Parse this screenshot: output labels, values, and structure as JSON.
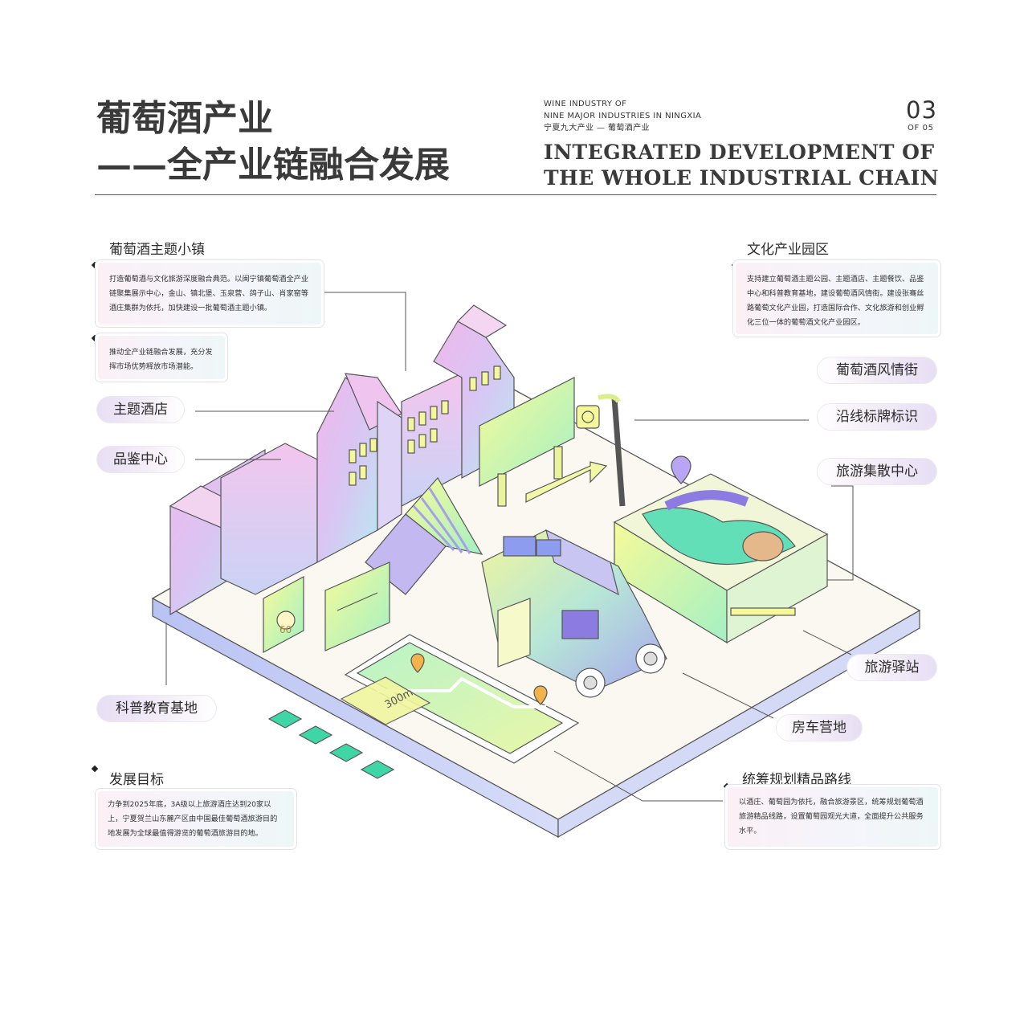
{
  "header": {
    "title_line1": "葡萄酒产业",
    "title_line2": "——全产业链融合发展",
    "en_small_1": "WINE INDUSTRY OF",
    "en_small_2": "NINE MAJOR INDUSTRIES IN NINGXIA",
    "cn_small": "宁夏九大产业 — 葡萄酒产业",
    "en_big_1": "INTEGRATED DEVELOPMENT OF",
    "en_big_2": "THE WHOLE INDUSTRIAL CHAIN",
    "page_number": "03",
    "page_total": "OF 05"
  },
  "sections": {
    "town": {
      "title": "葡萄酒主题小镇",
      "text": "打造葡萄酒与文化旅游深度融合典范。以闽宁镇葡萄酒全产业链聚集展示中心，金山、镇北堡、玉泉营、鸽子山、肖家窑等酒庄集群为依托，加快建设一批葡萄酒主题小镇。",
      "text2": "推动全产业链融合发展，充分发挥市场优势释放市场潜能。"
    },
    "culture_park": {
      "title": "文化产业园区",
      "text": "支持建立葡萄酒主题公园、主题酒店、主题餐饮、品鉴中心和科普教育基地，建设葡萄酒风情街。建设张骞丝路葡萄文化产业园，打造国际合作、文化旅游和创业孵化三位一体的葡萄酒文化产业园区。"
    },
    "goal": {
      "title": "发展目标",
      "text": "力争到2025年底，3A级以上旅游酒庄达到20家以上，宁夏贺兰山东麓产区由中国最佳葡萄酒旅游目的地发展为全球最值得游览的葡萄酒旅游目的地。"
    },
    "route": {
      "title": "统筹规划精品路线",
      "text": "以酒庄、葡萄园为依托，融合旅游景区，统筹规划葡萄酒旅游精品线路，设置葡萄园观光大道，全面提升公共服务水平。"
    }
  },
  "labels": {
    "theme_hotel": "主题酒店",
    "tasting_center": "品鉴中心",
    "science_base": "科普教育基地",
    "wine_street": "葡萄酒风情街",
    "signage": "沿线标牌标识",
    "tourist_center": "旅游集散中心",
    "tourist_station": "旅游驿站",
    "rv_camp": "房车营地"
  },
  "illustration": {
    "phone_distance": "300m",
    "sign_speed": "60"
  },
  "colors": {
    "pink": "#e9b8ea",
    "lavender": "#b9b6f0",
    "mint": "#8ff0c8",
    "yellow": "#f3f79a",
    "teal": "#3fd6a6",
    "purple": "#8c7be0"
  }
}
